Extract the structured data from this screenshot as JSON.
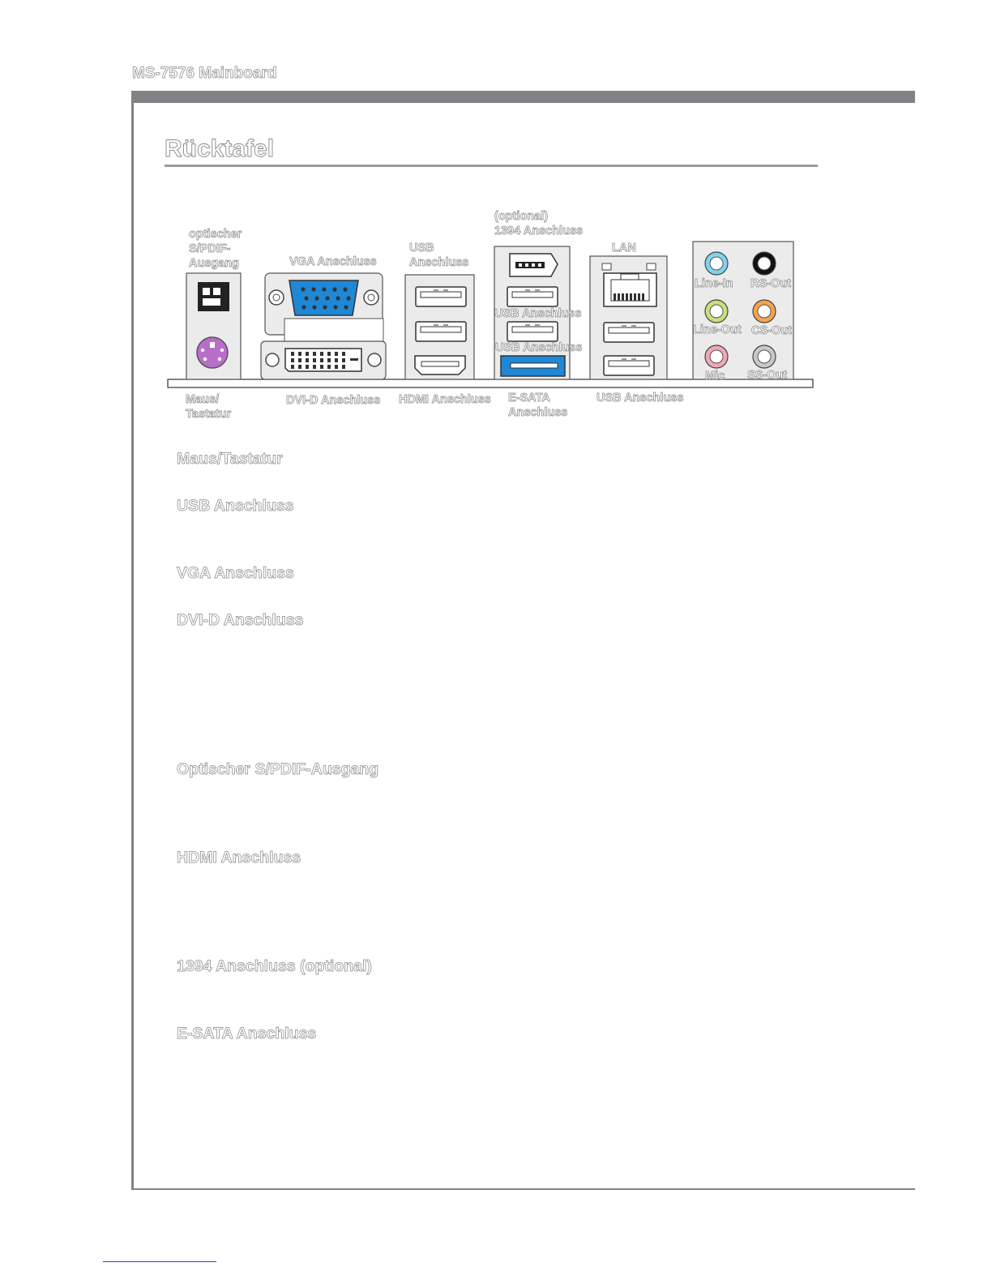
{
  "document": {
    "header": "MS-7576 Mainboard",
    "section_title": "Rücktafel"
  },
  "panel_labels": {
    "spdif": "optischer\nS/PDIF-\nAusgang",
    "vga": "VGA Anschluss",
    "usb_top": "USB\nAnschluss",
    "fw_optional": "(optional)\n1394 Anschluss",
    "lan": "LAN",
    "usb_mid1": "USB Anschluss",
    "usb_mid2": "USB Anschluss",
    "maus": "Maus/\nTastatur",
    "dvi": "DVI-D Anschluss",
    "hdmi": "HDMI Anschluss",
    "esata": "E-SATA\nAnschluss",
    "usb_bottom": "USB Anschluss",
    "audio": {
      "line_in": "Line-In",
      "rs_out": "RS-Out",
      "line_out": "Line-Out",
      "cs_out": "CS-Out",
      "mic": "Mic",
      "ss_out": "SS-Out"
    }
  },
  "audio_colors": {
    "line_in": "#7fd4ea",
    "rs_out": "#111111",
    "line_out": "#c6e07c",
    "cs_out": "#f5a44a",
    "mic": "#f1a7b6",
    "ss_out": "#c8c8c8"
  },
  "port_colors": {
    "vga": "#1e88d6",
    "ps2": "#b86ec8",
    "esata": "#1e88d6"
  },
  "sections": [
    "Maus/Tastatur",
    "USB Anschluss",
    "VGA Anschluss",
    "DVI-D Anschluss",
    "Optischer S/PDIF-Ausgang",
    "HDMI Anschluss",
    "1394 Anschluss (optional)",
    "E-SATA Anschluss"
  ]
}
